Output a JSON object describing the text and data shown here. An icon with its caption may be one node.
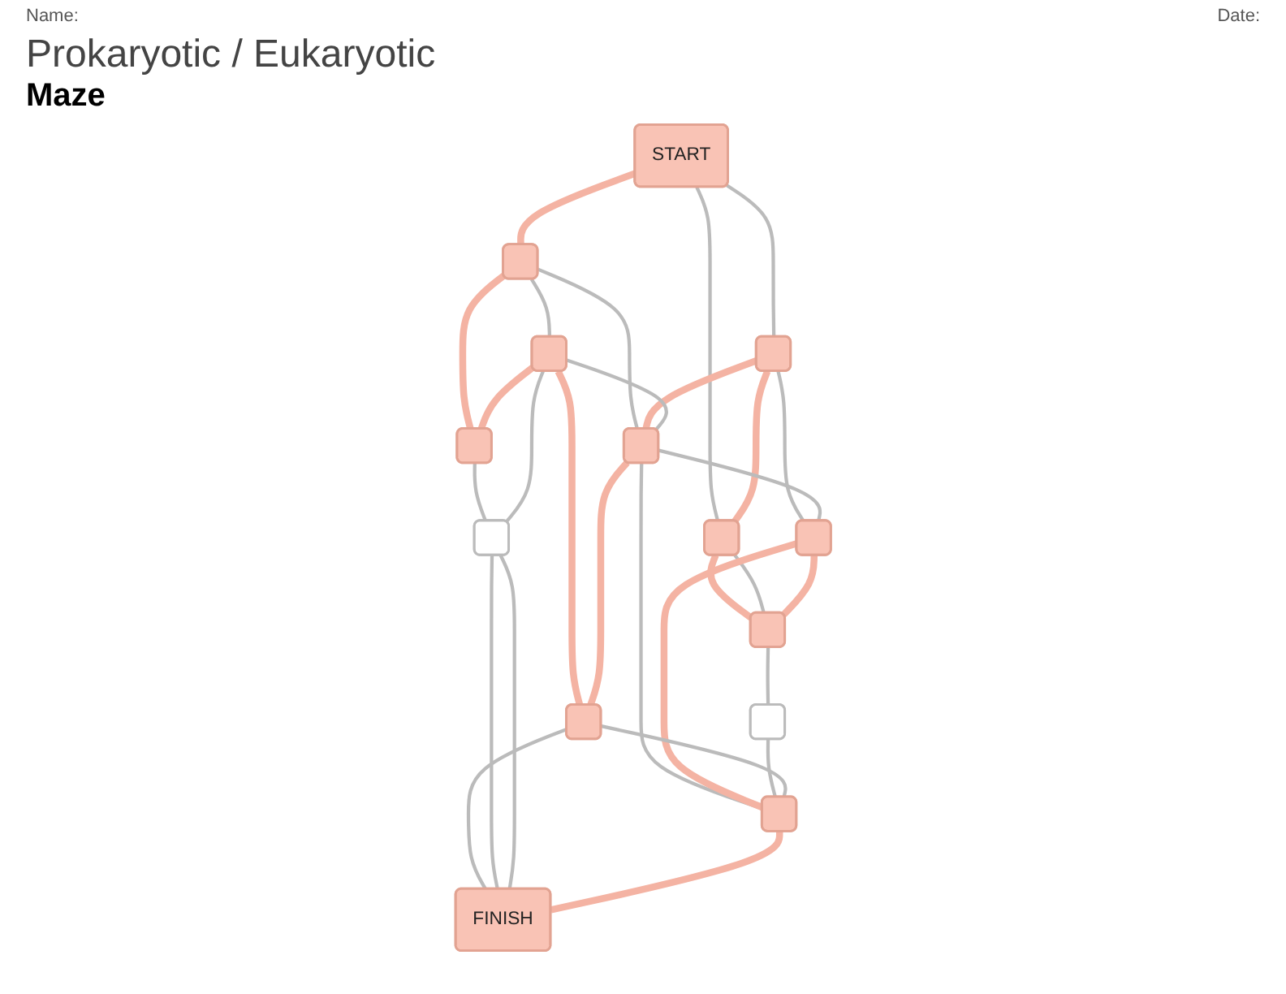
{
  "diagram": {
    "title": "Prokaryotic / Eukaryotic",
    "nodes": [
      {
        "text": [
          "START"
        ]
      },
      {
        "text": [],
        "shape": "box"
      },
      {
        "text": [],
        "shape": "box"
      },
      {
        "text": [],
        "shape": "box"
      },
      {
        "text": [],
        "shape": "box"
      },
      {
        "text": [],
        "shape": "box"
      },
      {
        "text": [],
        "shape": "box"
      },
      {
        "text": [],
        "shape": "box"
      },
      {
        "text": [],
        "shape": "box"
      },
      {
        "text": [],
        "shape": "box"
      },
      {
        "text": [],
        "shape": "box"
      },
      {
        "text": [],
        "shape": "box"
      },
      {
        "text": [],
        "shape": "box"
      },
      {
        "text": [
          "FINISH"
        ]
      }
    ],
    "edges": [
      {
        "from": 0,
        "to": 1,
        "arrow": "none",
        "style": "thick",
        "color": "#f4b3a3"
      },
      {
        "from": 1,
        "to": 2,
        "arrow": "none",
        "style": "thick",
        "color": "#f4b3a3"
      },
      {
        "from": 0,
        "to": 7,
        "arrow": "none"
      },
      {
        "from": 0,
        "to": 3,
        "arrow": "none"
      },
      {
        "from": 1,
        "to": 6,
        "arrow": "none"
      },
      {
        "from": 1,
        "to": 4,
        "arrow": "none"
      },
      {
        "from": 4,
        "to": 2,
        "arrow": "none",
        "style": "thick",
        "color": "#f4b3a3"
      },
      {
        "from": 2,
        "to": 5,
        "arrow": "none"
      },
      {
        "from": 3,
        "to": 6,
        "arrow": "none",
        "style": "thick",
        "color": "#f4b3a3"
      },
      {
        "from": 3,
        "to": 7,
        "arrow": "none",
        "style": "thick",
        "color": "#f4b3a3"
      },
      {
        "from": 3,
        "to": 8,
        "arrow": "none"
      },
      {
        "from": 4,
        "to": 6,
        "arrow": "none"
      },
      {
        "from": 4,
        "to": 5,
        "arrow": "none"
      },
      {
        "from": 4,
        "to": 9,
        "arrow": "none",
        "style": "thick",
        "color": "#f4b3a3"
      },
      {
        "from": 6,
        "to": 8,
        "arrow": "none"
      },
      {
        "from": 6,
        "to": 9,
        "arrow": "none",
        "style": "thick",
        "color": "#f4b3a3"
      },
      {
        "from": 6,
        "to": 12,
        "arrow": "none"
      },
      {
        "from": 7,
        "to": 10,
        "arrow": "none",
        "style": "thick",
        "color": "#f4b3a3"
      },
      {
        "from": 7,
        "to": 10,
        "arrow": "none"
      },
      {
        "from": 8,
        "to": 10,
        "arrow": "none",
        "style": "thick",
        "color": "#f4b3a3"
      },
      {
        "from": 8,
        "to": 12,
        "arrow": "none",
        "style": "thick",
        "color": "#f4b3a3"
      },
      {
        "from": 10,
        "to": 11,
        "arrow": "none"
      },
      {
        "from": 11,
        "to": 12,
        "arrow": "none"
      },
      {
        "from": 9,
        "to": 12,
        "arrow": "none"
      },
      {
        "from": 9,
        "to": 13,
        "arrow": "none"
      },
      {
        "from": 5,
        "to": 13,
        "arrow": "none"
      },
      {
        "from": 5,
        "to": 13,
        "arrow": "none"
      },
      {
        "from": 12,
        "to": 13,
        "arrow": "none",
        "style": "thick",
        "color": "#f4b3a3"
      }
    ],
    "labels": [
      "Name:",
      "Date:",
      "Maze"
    ]
  }
}
